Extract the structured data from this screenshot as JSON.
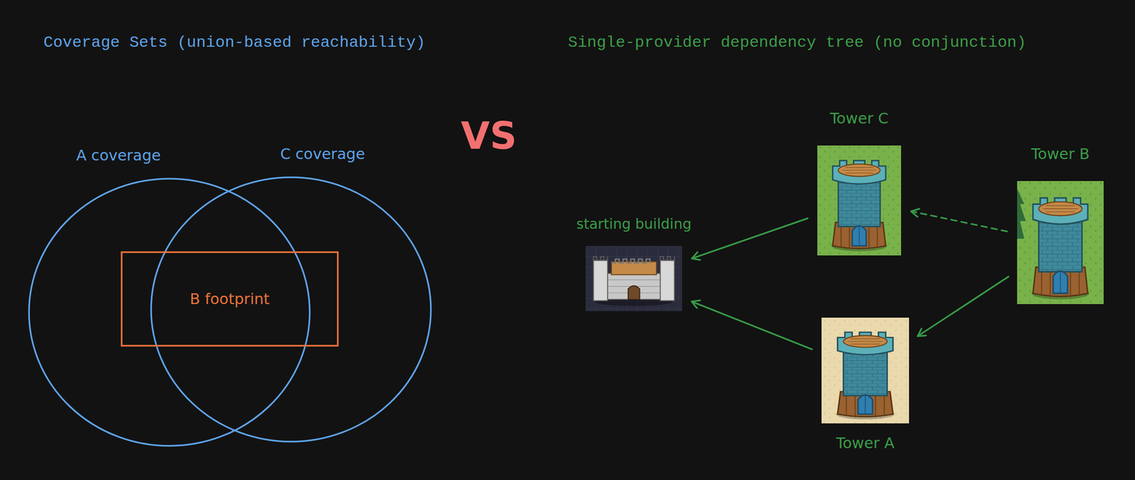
{
  "diagram": {
    "nodes": [
      {
        "text": [
          "A coverage"
        ]
      },
      {
        "text": [
          "C coverage"
        ]
      },
      {
        "text": [
          "B footprint"
        ]
      },
      {
        "text": [
          "starting building"
        ]
      },
      {
        "text": [
          "Tower C"
        ]
      },
      {
        "text": [
          "Tower B"
        ]
      },
      {
        "text": [
          "Tower A"
        ]
      }
    ],
    "edges": [
      {
        "from": 4,
        "to": 3,
        "arrow": "to"
      },
      {
        "from": 6,
        "to": 3,
        "arrow": "to"
      },
      {
        "from": 5,
        "to": 4,
        "arrow": "to"
      },
      {
        "from": 5,
        "to": 6,
        "arrow": "to"
      }
    ],
    "labels": [
      "Coverage Sets (union-based reachability)",
      "VS",
      "Single-provider dependency tree (no conjunction)"
    ]
  }
}
